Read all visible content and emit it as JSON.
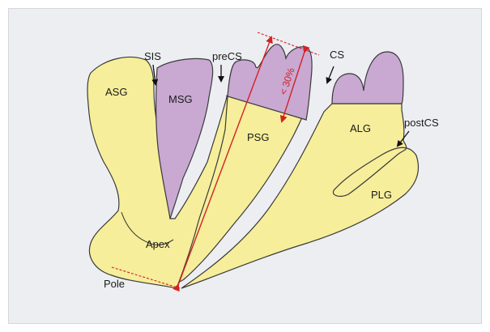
{
  "labels": {
    "asg": "ASG",
    "msg": "MSG",
    "psg": "PSG",
    "alg": "ALG",
    "plg": "PLG",
    "apex": "Apex",
    "pole": "Pole",
    "sis": "SIS",
    "precs": "preCS",
    "cs": "CS",
    "postcs": "postCS",
    "percent": "< 30%"
  },
  "colors": {
    "yellow": "#f6ee9a",
    "purple": "#c9a8d2",
    "red": "#d32222",
    "background": "#eceef2"
  }
}
